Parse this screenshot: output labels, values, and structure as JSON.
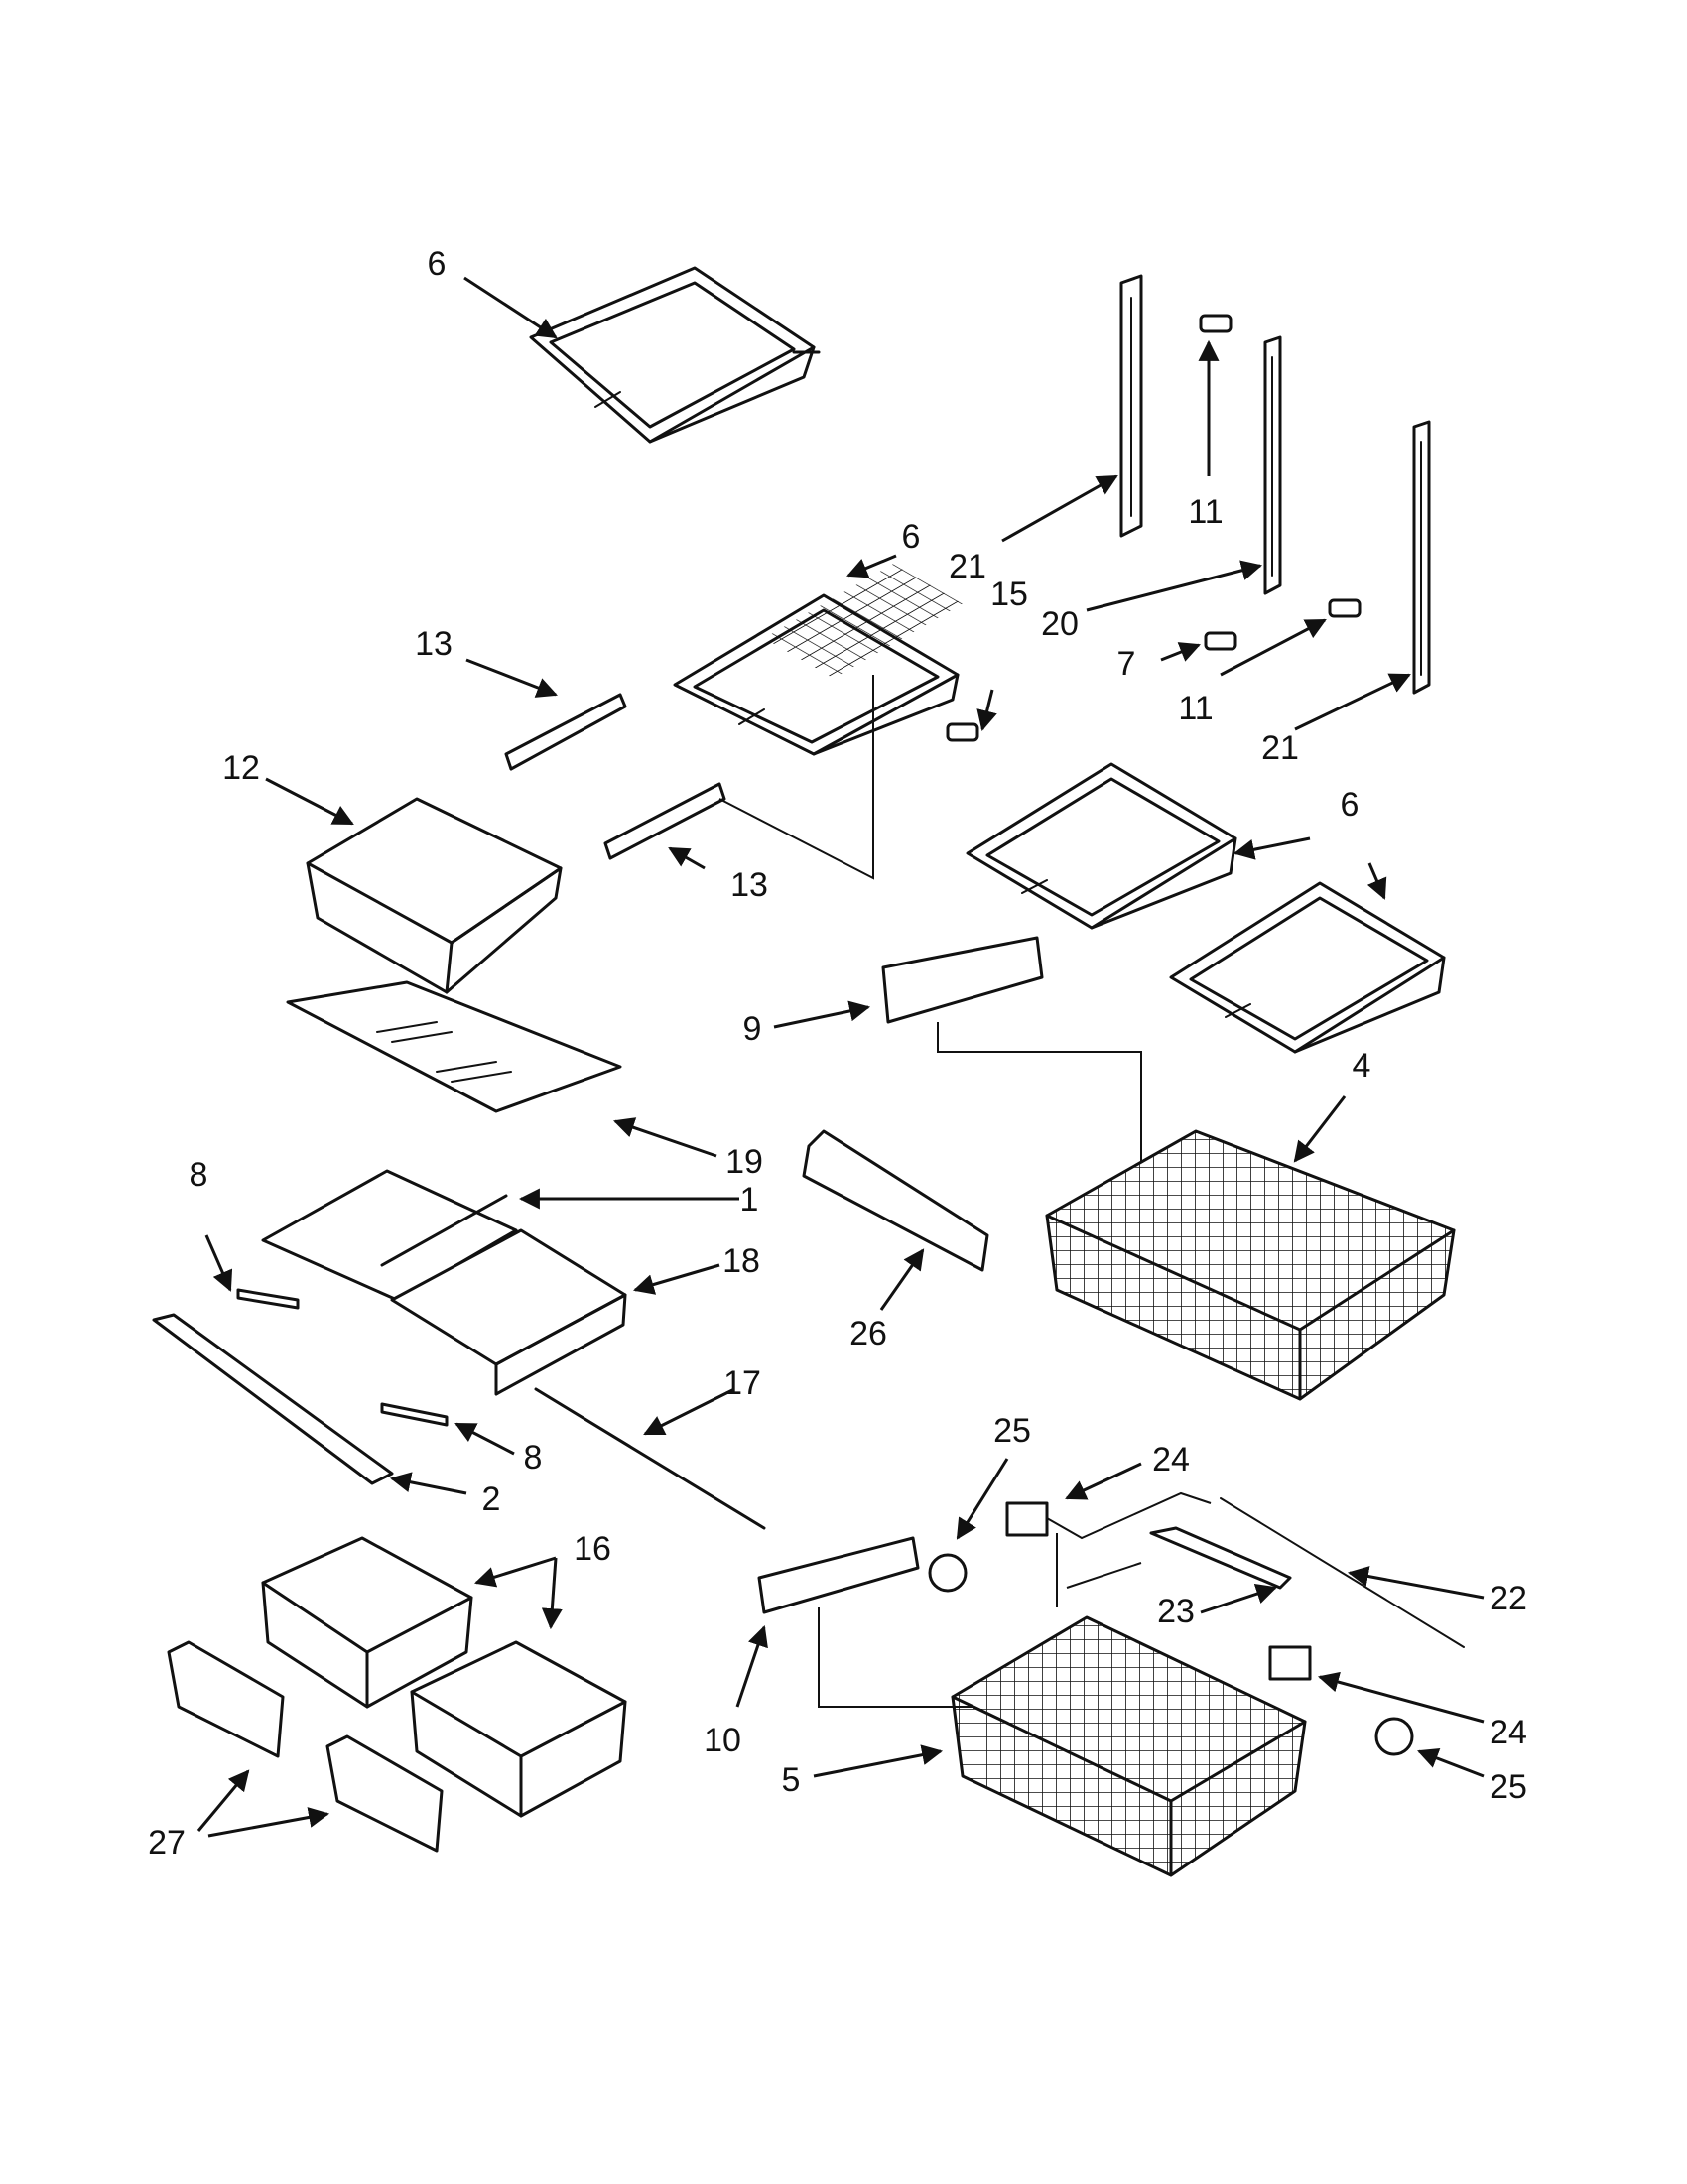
{
  "labels": [
    "6",
    "6",
    "6",
    "6",
    "21",
    "11",
    "15",
    "20",
    "7",
    "11",
    "21",
    "13",
    "12",
    "13",
    "9",
    "4",
    "19",
    "8",
    "1",
    "18",
    "26",
    "17",
    "8",
    "2",
    "25",
    "24",
    "16",
    "22",
    "23",
    "10",
    "24",
    "5",
    "25",
    "27"
  ]
}
